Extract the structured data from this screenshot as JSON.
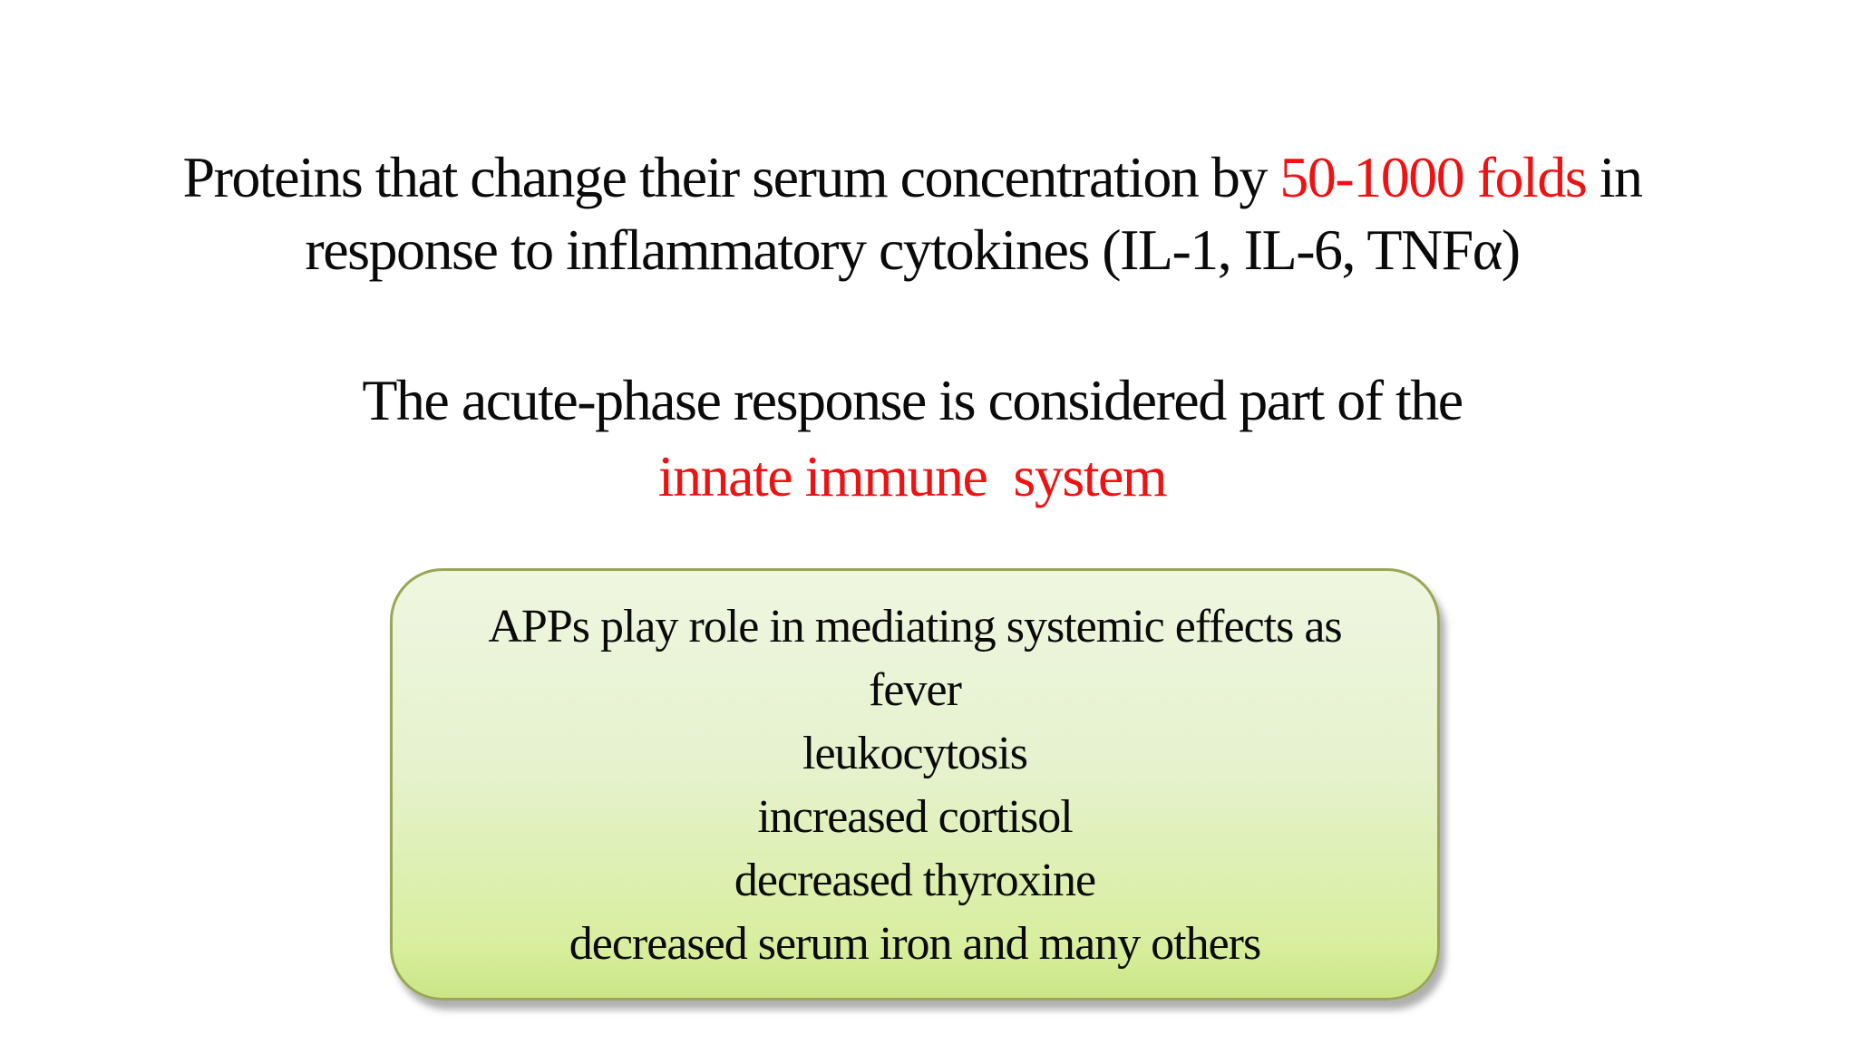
{
  "slide": {
    "background": "#ffffff",
    "colors": {
      "text_black": "#0a0a0a",
      "accent_red": "#ee1212",
      "box_border": "#9aa655",
      "box_fill_top": "#eff6e0",
      "box_fill_bottom": "#c9e686"
    },
    "title": {
      "line1_pre": "Proteins that change their serum concentration by ",
      "line1_highlight": "50-1000 folds",
      "line1_post": " in",
      "line2": "response to inflammatory cytokines (IL-1, IL-6, TNFα)"
    },
    "statement": {
      "line1": "The acute-phase response is considered part of the",
      "line2_highlight": "innate immune  system"
    },
    "app_box": {
      "lines": [
        "APPs play role in mediating systemic effects as",
        "fever",
        "leukocytosis",
        "increased cortisol",
        "decreased thyroxine",
        "decreased serum iron and many others"
      ]
    }
  }
}
